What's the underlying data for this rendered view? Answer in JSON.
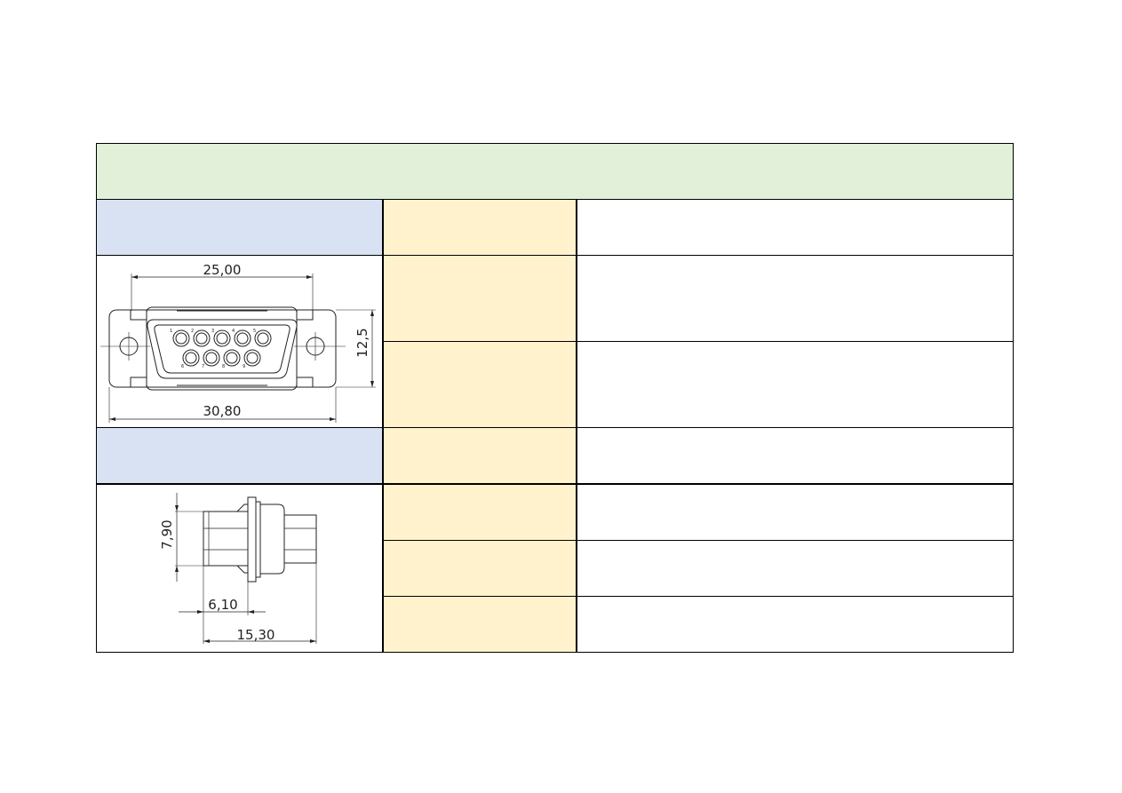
{
  "drawings": {
    "front_view": {
      "name": "d-sub-front-view",
      "dimensions": {
        "inner_width": "25,00",
        "overall_width": "30,80",
        "height": "12,5"
      },
      "pin_labels_top": [
        "1",
        "2",
        "3",
        "4",
        "5"
      ],
      "pin_labels_bottom": [
        "6",
        "7",
        "8",
        "9"
      ]
    },
    "side_view": {
      "name": "d-sub-side-view",
      "dimensions": {
        "height": "7,90",
        "flange_depth": "6,10",
        "overall_length": "15,30"
      }
    }
  },
  "colors": {
    "header_green": "#e2efd9",
    "section_blue": "#d9e2f3",
    "label_yellow": "#fff2cc"
  }
}
